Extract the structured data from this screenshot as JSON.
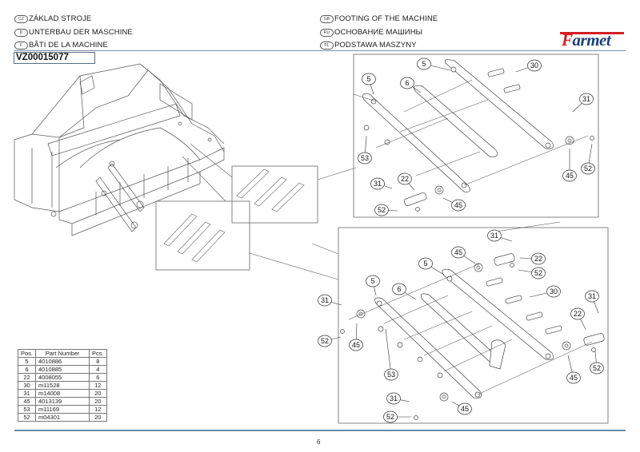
{
  "header": {
    "titles_left": [
      {
        "lang": "CZ",
        "text": "ZÁKLAD STROJE"
      },
      {
        "lang": "D",
        "text": "UNTERBAU DER MASCHINE"
      },
      {
        "lang": "F",
        "text": "BÂTI DE LA MACHINE"
      }
    ],
    "titles_right": [
      {
        "lang": "GB",
        "text": "FOOTING OF THE MACHINE"
      },
      {
        "lang": "RU",
        "text": "ОСНОВАНИЕ МАШИНЫ"
      },
      {
        "lang": "PL",
        "text": "PODSTAWA MASZYNY"
      }
    ],
    "doc_id": "VZ00015077",
    "logo": {
      "first": "F",
      "rest": "armet",
      "brand_red": "#d21f26",
      "brand_blue": "#1d3f7a"
    }
  },
  "detail_top": {
    "callouts": [
      "5",
      "5",
      "6",
      "30",
      "31",
      "53",
      "22",
      "31",
      "52",
      "45",
      "45",
      "52"
    ]
  },
  "detail_bottom": {
    "callouts": [
      "31",
      "22",
      "45",
      "52",
      "5",
      "5",
      "6",
      "30",
      "31",
      "31",
      "22",
      "52",
      "45",
      "45",
      "52",
      "53",
      "31",
      "45",
      "52"
    ]
  },
  "parts_table": {
    "headers": [
      "Pos.",
      "Part Number",
      "Pcs."
    ],
    "rows": [
      {
        "pos": "5",
        "part": "4010886",
        "pcs": "8"
      },
      {
        "pos": "6",
        "part": "4010885",
        "pcs": "4"
      },
      {
        "pos": "22",
        "part": "4008055",
        "pcs": "6"
      },
      {
        "pos": "30",
        "part": "m11528",
        "pcs": "12"
      },
      {
        "pos": "31",
        "part": "m14008",
        "pcs": "20"
      },
      {
        "pos": "45",
        "part": "4013139",
        "pcs": "20"
      },
      {
        "pos": "53",
        "part": "m11169",
        "pcs": "12"
      },
      {
        "pos": "52",
        "part": "m04301",
        "pcs": "20"
      }
    ]
  },
  "footer": {
    "page_number": "6"
  }
}
